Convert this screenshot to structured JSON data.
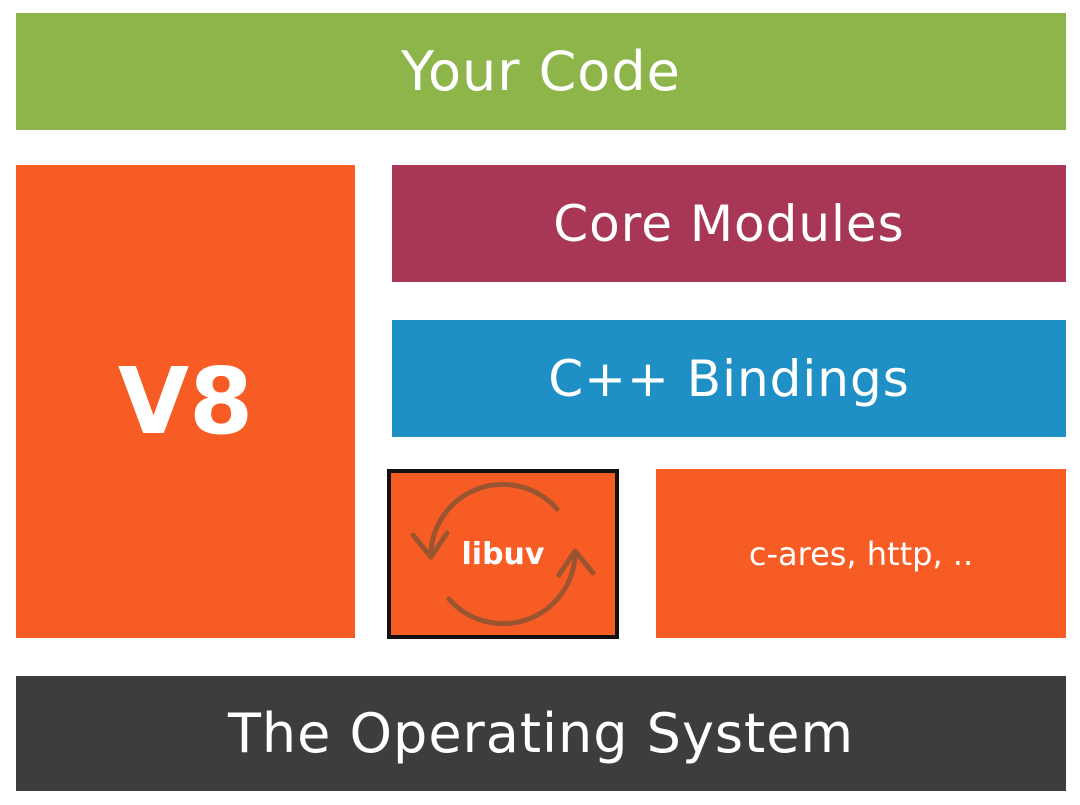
{
  "blocks": {
    "your_code": {
      "label": "Your Code",
      "color": "#8db54a"
    },
    "v8": {
      "label": "V8",
      "color": "#f85c25"
    },
    "core_modules": {
      "label": "Core Modules",
      "color": "#a83755"
    },
    "cpp_bindings": {
      "label": "C++ Bindings",
      "color": "#1e90c5"
    },
    "libuv": {
      "label": "libuv",
      "color": "#f85c25",
      "border_color": "#111111",
      "loop_color": "#9a5530",
      "icon": "cycle-arrows-icon"
    },
    "c_ares": {
      "label": "c-ares, http, ..",
      "color": "#f85c25"
    },
    "os": {
      "label": "The Operating System",
      "color": "#3c3d3f"
    }
  }
}
